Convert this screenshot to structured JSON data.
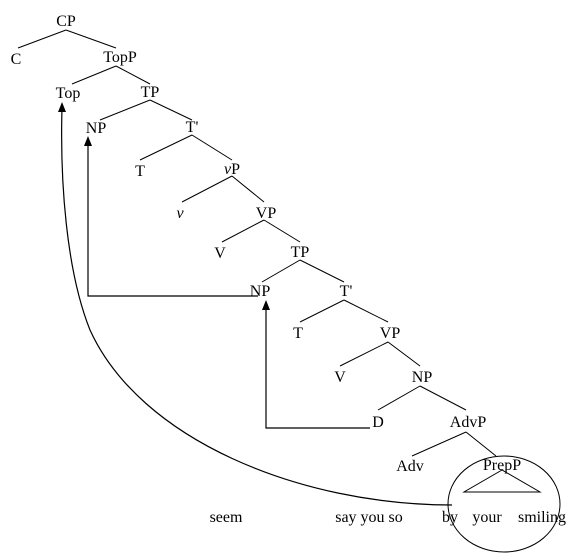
{
  "diagram": {
    "nodes": {
      "cp": "CP",
      "c": "C",
      "topp": "TopP",
      "top": "Top",
      "tp1": "TP",
      "np1": "NP",
      "tbar1": "T'",
      "t1": "T",
      "vp_little_v": "v",
      "vp_little_p": "P",
      "little_v": "v",
      "vp1": "VP",
      "v1": "V",
      "tp2": "TP",
      "np2": "NP",
      "tbar2": "T'",
      "t2": "T",
      "vp2": "VP",
      "v2": "V",
      "np3": "NP",
      "d": "D",
      "advp": "AdvP",
      "adv": "Adv",
      "prepp": "PrepP"
    },
    "words": {
      "seem": "seem",
      "say_you_so": "say you so",
      "by": "by",
      "your": "your",
      "smiling": "smiling"
    }
  }
}
